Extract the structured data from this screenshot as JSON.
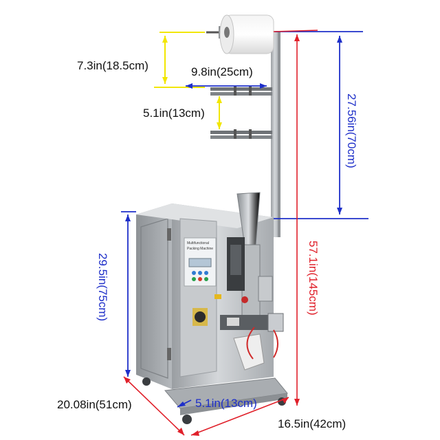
{
  "dimensions": {
    "film_roll_spacing": "7.3in(18.5cm)",
    "roller_width": "9.8in(25cm)",
    "roller_gap": "5.1in(13cm)",
    "upper_height": "27.56in(70cm)",
    "cabinet_height": "29.5in(75cm)",
    "total_height": "57.1in(145cm)",
    "depth": "20.08in(51cm)",
    "inner_width": "5.1in(13cm)",
    "width": "16.5in(42cm)"
  },
  "panel": {
    "title_line1": "Multifunctional",
    "title_line2": "Packing Machine"
  },
  "colors": {
    "yellow_marker": "#f2e600",
    "blue_marker": "#1e2fc9",
    "red_marker": "#e0202a",
    "steel": "#b9bcbf"
  }
}
